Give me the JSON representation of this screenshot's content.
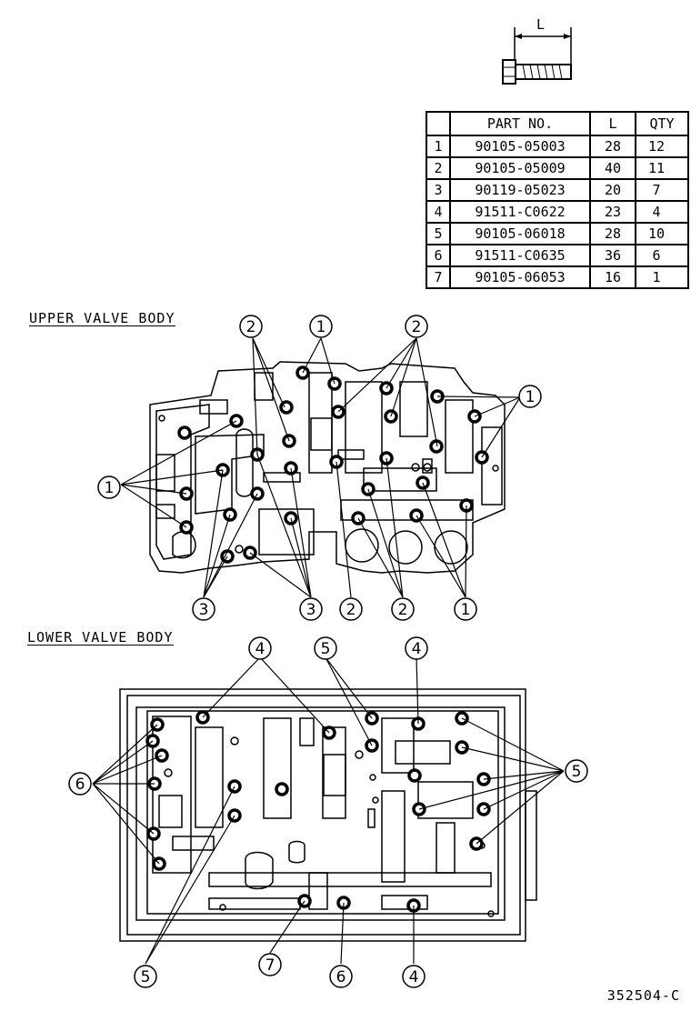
{
  "length_dimension_label": "L",
  "parts_table": {
    "headers": [
      "",
      "PART NO.",
      "L",
      "QTY"
    ],
    "rows": [
      {
        "no": "1",
        "part_no": "90105-05003",
        "length": "28",
        "qty": "12"
      },
      {
        "no": "2",
        "part_no": "90105-05009",
        "length": "40",
        "qty": "11"
      },
      {
        "no": "3",
        "part_no": "90119-05023",
        "length": "20",
        "qty": "7"
      },
      {
        "no": "4",
        "part_no": "91511-C0622",
        "length": "23",
        "qty": "4"
      },
      {
        "no": "5",
        "part_no": "90105-06018",
        "length": "28",
        "qty": "10"
      },
      {
        "no": "6",
        "part_no": "91511-C0635",
        "length": "36",
        "qty": "6"
      },
      {
        "no": "7",
        "part_no": "90105-06053",
        "length": "16",
        "qty": "1"
      }
    ]
  },
  "upper_title": "UPPER VALVE BODY",
  "lower_title": "LOWER VALVE BODY",
  "drawing_code": "352504-C",
  "callouts": {
    "upper": [
      "2",
      "1",
      "2",
      "1",
      "1",
      "3",
      "3",
      "2",
      "2",
      "1"
    ],
    "lower": [
      "4",
      "5",
      "4",
      "6",
      "5",
      "5",
      "7",
      "6",
      "4"
    ]
  }
}
